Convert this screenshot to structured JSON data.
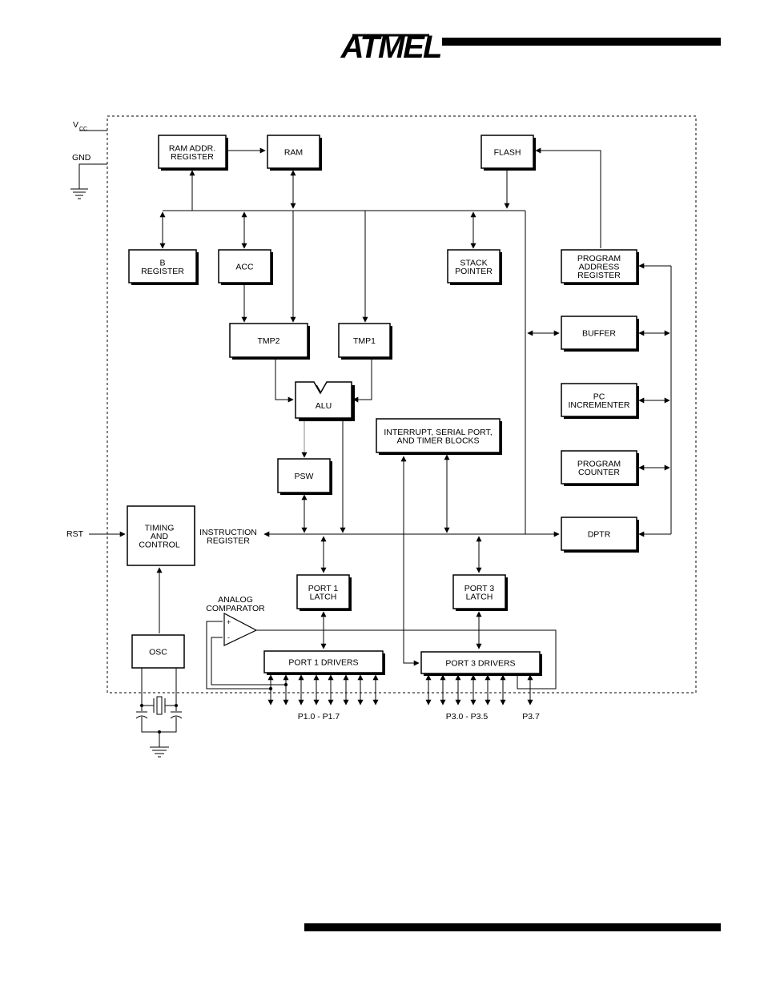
{
  "header": {
    "logo_text": "ATMEL"
  },
  "diagram": {
    "power": {
      "vcc": "V",
      "vcc_sub": "CC",
      "gnd": "GND",
      "rst": "RST"
    },
    "blocks": {
      "ram_addr_reg": [
        "RAM ADDR.",
        "REGISTER"
      ],
      "ram": [
        "RAM"
      ],
      "flash": [
        "FLASH"
      ],
      "b_register": [
        "B",
        "REGISTER"
      ],
      "acc": [
        "ACC"
      ],
      "stack_pointer": [
        "STACK",
        "POINTER"
      ],
      "program_address_register": [
        "PROGRAM",
        "ADDRESS",
        "REGISTER"
      ],
      "buffer": [
        "BUFFER"
      ],
      "pc_incrementer": [
        "PC",
        "INCREMENTER"
      ],
      "program_counter": [
        "PROGRAM",
        "COUNTER"
      ],
      "dptr": [
        "DPTR"
      ],
      "tmp2": [
        "TMP2"
      ],
      "tmp1": [
        "TMP1"
      ],
      "alu": [
        "ALU"
      ],
      "interrupt_blocks": [
        "INTERRUPT, SERIAL PORT,",
        "AND TIMER BLOCKS"
      ],
      "psw": [
        "PSW"
      ],
      "timing_control": [
        "TIMING",
        "AND",
        "CONTROL"
      ],
      "instruction_register": [
        "INSTRUCTION",
        "REGISTER"
      ],
      "port1_latch": [
        "PORT 1",
        "LATCH"
      ],
      "port3_latch": [
        "PORT 3",
        "LATCH"
      ],
      "osc": [
        "OSC"
      ],
      "analog_comparator": [
        "ANALOG",
        "COMPARATOR"
      ],
      "port1_drivers": [
        "PORT 1 DRIVERS"
      ],
      "port3_drivers": [
        "PORT 3 DRIVERS"
      ]
    },
    "pin_labels": {
      "p1": "P1.0 - P1.7",
      "p3": "P3.0 - P3.5",
      "p37": "P3.7"
    },
    "comparator_signs": {
      "plus": "+",
      "minus": "-"
    }
  }
}
